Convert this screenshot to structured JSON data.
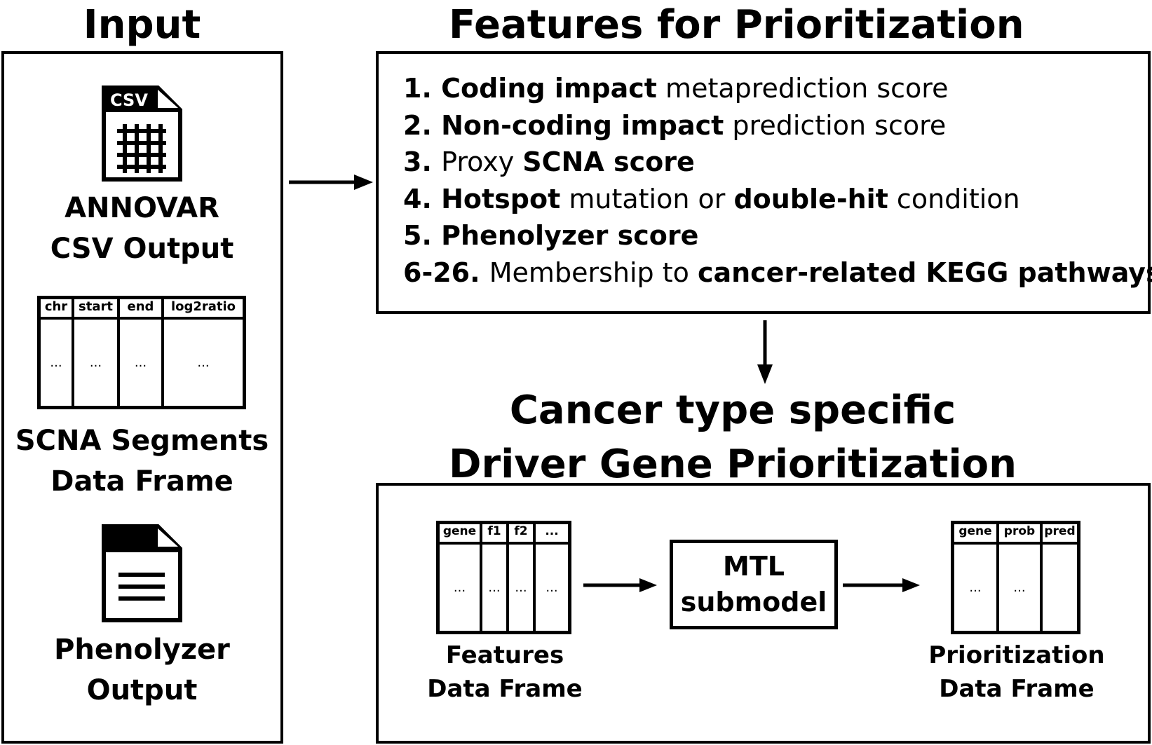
{
  "input": {
    "heading": "Input",
    "csv_badge": "CSV",
    "annovar_label": [
      "ANNOVAR",
      "CSV Output"
    ],
    "scna_table": {
      "headers": [
        "chr",
        "start",
        "end",
        "log2ratio"
      ],
      "cells": [
        "...",
        "...",
        "...",
        "..."
      ]
    },
    "scna_label": [
      "SCNA Segments",
      "Data Frame"
    ],
    "phenolyzer_label": [
      "Phenolyzer",
      "Output"
    ]
  },
  "features": {
    "heading": "Features for Prioritization",
    "items": [
      [
        {
          "t": "1. ",
          "b": true
        },
        {
          "t": "Coding impact",
          "b": true
        },
        {
          "t": " metaprediction score",
          "b": false
        }
      ],
      [
        {
          "t": "2. ",
          "b": true
        },
        {
          "t": "Non-coding impact",
          "b": true
        },
        {
          "t": " prediction score",
          "b": false
        }
      ],
      [
        {
          "t": "3. ",
          "b": true
        },
        {
          "t": "Proxy ",
          "b": false
        },
        {
          "t": "SCNA score",
          "b": true
        }
      ],
      [
        {
          "t": "4. ",
          "b": true
        },
        {
          "t": "Hotspot",
          "b": true
        },
        {
          "t": " mutation or ",
          "b": false
        },
        {
          "t": "double-hit",
          "b": true
        },
        {
          "t": " condition",
          "b": false
        }
      ],
      [
        {
          "t": "5. ",
          "b": true
        },
        {
          "t": "Phenolyzer score",
          "b": true
        }
      ],
      [
        {
          "t": "6-26. ",
          "b": true
        },
        {
          "t": "Membership to ",
          "b": false
        },
        {
          "t": "cancer-related KEGG pathways",
          "b": true
        }
      ]
    ]
  },
  "driver": {
    "heading": [
      "Cancer type specific",
      "Driver Gene Prioritization"
    ],
    "features_table": {
      "headers": [
        "gene",
        "f1",
        "f2",
        "..."
      ],
      "cells": [
        "...",
        "...",
        "...",
        "..."
      ]
    },
    "features_label": [
      "Features",
      "Data Frame"
    ],
    "mtl_label": [
      "MTL",
      "submodel"
    ],
    "prior_table": {
      "headers": [
        "gene",
        "prob",
        "pred"
      ],
      "cells": [
        "...",
        "...",
        ""
      ]
    },
    "prior_label": [
      "Prioritization",
      "Data Frame"
    ]
  }
}
